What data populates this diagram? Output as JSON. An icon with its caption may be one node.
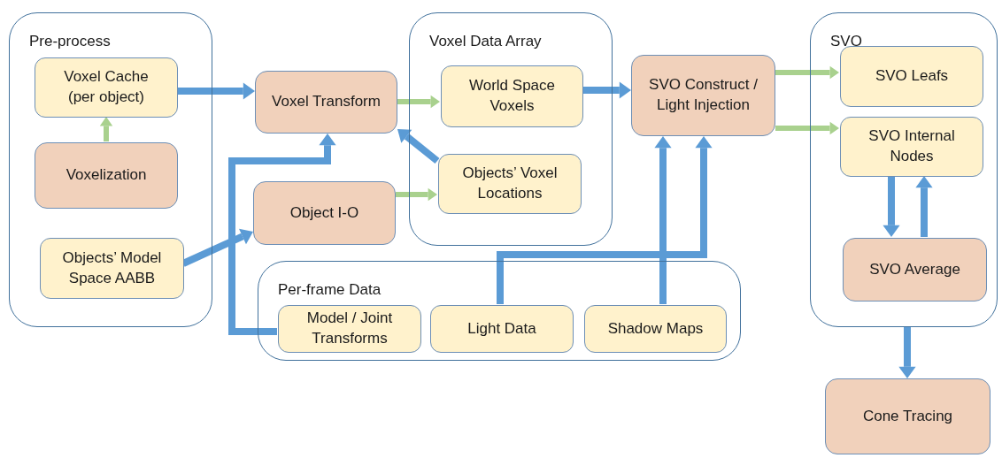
{
  "diagram": {
    "nodes": [
      {
        "text": [
          "Pre-process"
        ]
      },
      {
        "text": [
          "Voxel Cache (per object)"
        ],
        "in": 0
      },
      {
        "text": [
          "Voxelization"
        ],
        "in": 0
      },
      {
        "text": [
          "Objects’ Model Space AABB"
        ],
        "in": 0
      },
      {
        "text": [
          "Voxel Data Array"
        ]
      },
      {
        "text": [
          "World Space Voxels"
        ],
        "in": 4
      },
      {
        "text": [
          "Objects’ Voxel Locations"
        ],
        "in": 4
      },
      {
        "text": [
          "Per-frame Data"
        ]
      },
      {
        "text": [
          "Model / Joint Transforms"
        ],
        "in": 7
      },
      {
        "text": [
          "Light Data"
        ],
        "in": 7
      },
      {
        "text": [
          "Shadow Maps"
        ],
        "in": 7
      },
      {
        "text": [
          "SVO"
        ]
      },
      {
        "text": [
          "SVO Leafs"
        ],
        "in": 11
      },
      {
        "text": [
          "SVO Internal Nodes"
        ],
        "in": 11
      },
      {
        "text": [
          "SVO Average"
        ],
        "in": 11
      },
      {
        "text": [
          "Voxel Transform"
        ]
      },
      {
        "text": [
          "Object I-O"
        ]
      },
      {
        "text": [
          "SVO Construct / Light Injection"
        ]
      },
      {
        "text": [
          "Cone Tracing"
        ]
      }
    ],
    "edges": [
      {
        "from": 1,
        "to": 15,
        "arrow": "to"
      },
      {
        "from": 2,
        "to": 1,
        "arrow": "to",
        "color": "#a9d18e"
      },
      {
        "from": 3,
        "to": 16,
        "arrow": "to"
      },
      {
        "from": 15,
        "to": 5,
        "arrow": "to",
        "color": "#a9d18e"
      },
      {
        "from": 6,
        "to": 15,
        "arrow": "to"
      },
      {
        "from": 16,
        "to": 6,
        "arrow": "to",
        "color": "#a9d18e"
      },
      {
        "from": 8,
        "to": 15,
        "arrow": "to"
      },
      {
        "from": 5,
        "to": 17,
        "arrow": "to"
      },
      {
        "from": 9,
        "to": 17,
        "arrow": "to"
      },
      {
        "from": 10,
        "to": 17,
        "arrow": "to"
      },
      {
        "from": 17,
        "to": 12,
        "arrow": "to",
        "color": "#a9d18e"
      },
      {
        "from": 17,
        "to": 13,
        "arrow": "to",
        "color": "#a9d18e"
      },
      {
        "from": 13,
        "to": 14,
        "arrow": "to"
      },
      {
        "from": 14,
        "to": 13,
        "arrow": "to"
      },
      {
        "from": 11,
        "to": 18,
        "arrow": "to"
      }
    ]
  }
}
